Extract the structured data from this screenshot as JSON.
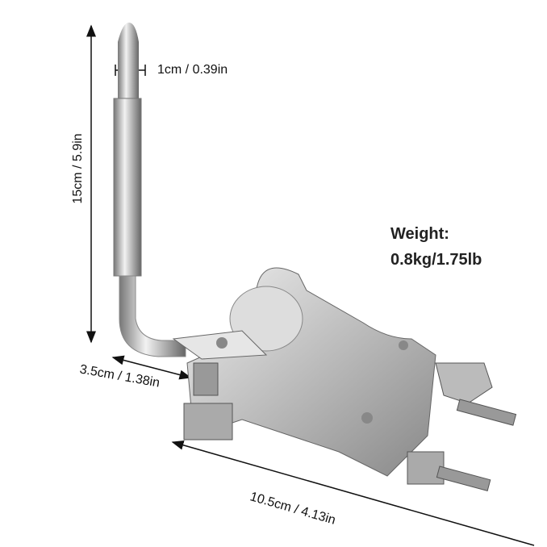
{
  "product": {
    "dimensions": {
      "height": "15cm / 5.9in",
      "rod_diameter": "1cm / 0.39in",
      "depth": "3.5cm / 1.38in",
      "length": "10.5cm / 4.13in"
    },
    "weight_label": "Weight:",
    "weight_value": "0.8kg/1.75lb"
  },
  "colors": {
    "annotation": "#111111",
    "metal": "#c8c8c8"
  }
}
